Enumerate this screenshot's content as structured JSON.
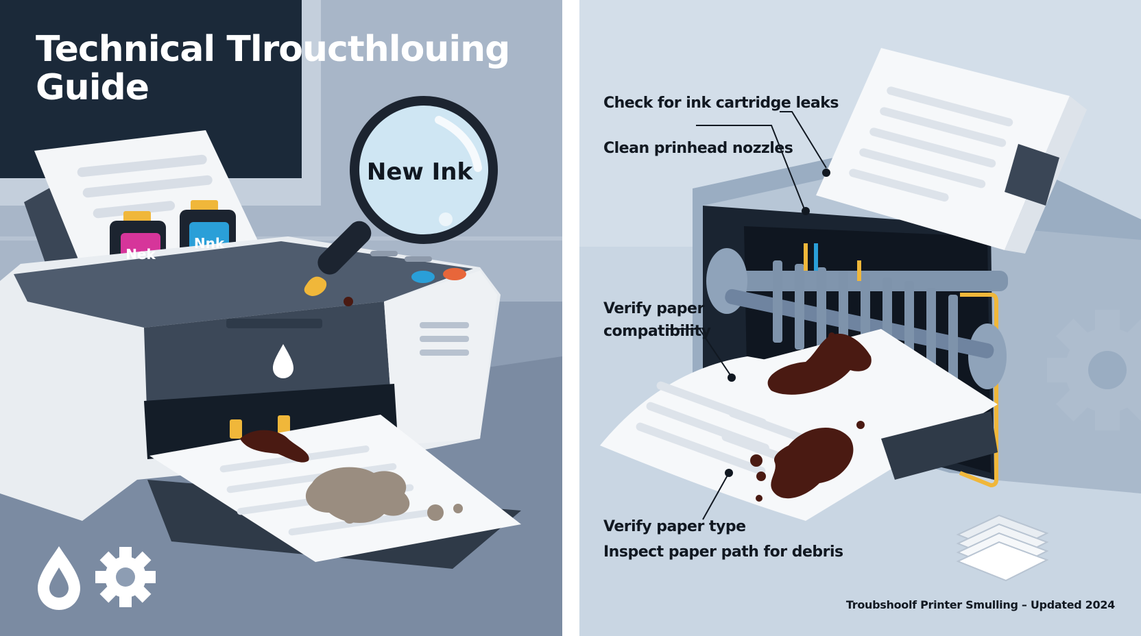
{
  "left_panel": {
    "title_line_1": "Technical Tlroucthlouing",
    "title_line_2": "Guide",
    "magnifier_text": "New Ink",
    "cartridge_1_label": "Nek",
    "cartridge_2_label": "Nnk",
    "icons": [
      "ink-drop-icon",
      "gear-icon"
    ]
  },
  "right_panel": {
    "labels": {
      "check_leaks": "Check for ink cartridge leaks",
      "clean_nozzles": "Clean prinhead nozzles",
      "verify_compat_1": "Verify paper",
      "verify_compat_2": "compatibility",
      "verify_type": "Verify paper type",
      "inspect_path": "Inspect paper path for debris"
    },
    "footer": "Troubshoolf Printer Smulling – Updated 2024",
    "icons": [
      "gear-icon",
      "paper-stack-icon"
    ]
  },
  "colors": {
    "left_bg": "#8d9db3",
    "right_bg": "#c9d6e3",
    "dark": "#1c2a3a",
    "ink_stain": "#4a1a12",
    "accent_yellow": "#f0b73a",
    "accent_blue": "#2a9fd8",
    "accent_magenta": "#d6359a"
  }
}
